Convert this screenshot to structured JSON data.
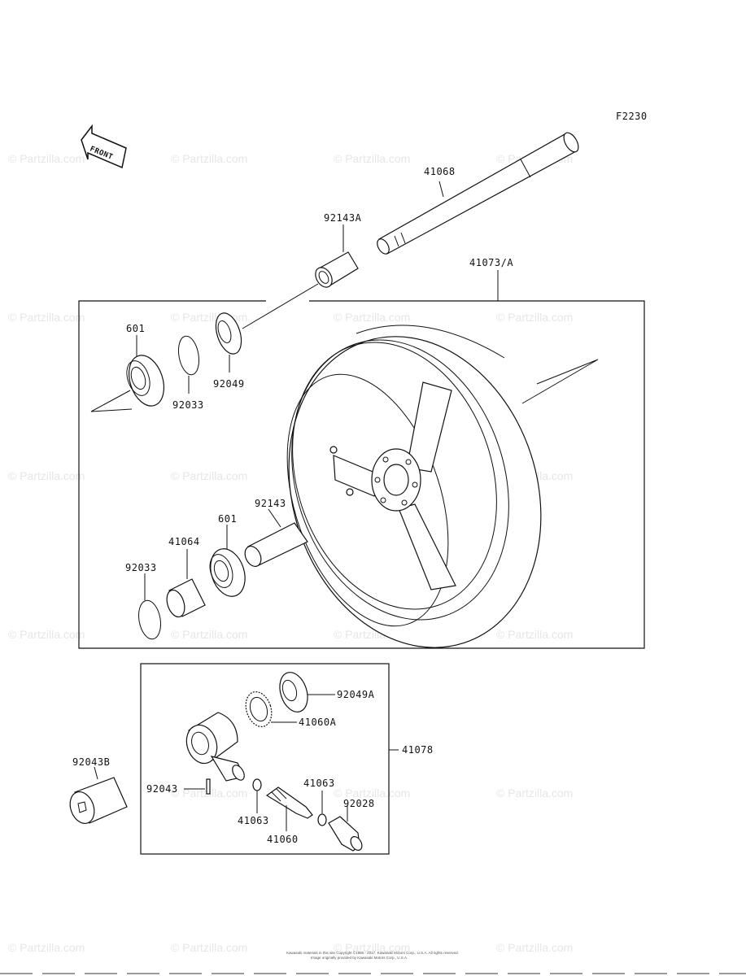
{
  "diagram": {
    "code": "F2230",
    "front_label": "FRONT",
    "watermark": "© Partzilla.com",
    "copyright_line1": "Kawasaki materials in this site Copyright ©1986 - 2017, Kawasaki Motors Corp., U.S.A. All rights reserved.",
    "copyright_line2": "Image originally provided by Kawasaki Motors Corp., U.S.A.",
    "parts": {
      "p41068": "41068",
      "p92143A": "92143A",
      "p41073A": "41073/A",
      "p601_top": "601",
      "p92033_top": "92033",
      "p92049": "92049",
      "p92143": "92143",
      "p601_bottom": "601",
      "p41064": "41064",
      "p92033_bottom": "92033",
      "p92049A": "92049A",
      "p41060A": "41060A",
      "p41078": "41078",
      "p92043B": "92043B",
      "p92043": "92043",
      "p41063_left": "41063",
      "p41063_right": "41063",
      "p92028": "92028",
      "p41060": "41060"
    }
  }
}
